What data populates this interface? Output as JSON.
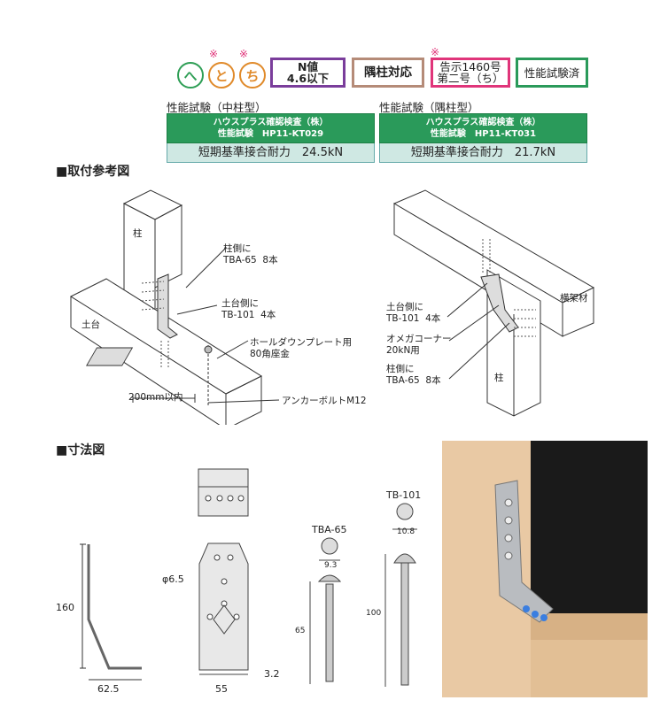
{
  "badges": {
    "circles": [
      "へ",
      "と",
      "ち"
    ],
    "asterisk": "※",
    "n_value": [
      "N値",
      "4.6以下"
    ],
    "corner": "隅柱対応",
    "notice": [
      "告示1460号",
      "第二号（ち）"
    ],
    "tested": "性能試験済"
  },
  "tests": [
    {
      "caption": "性能試験（中柱型）",
      "lab": "ハウスプラス確認検査（株）",
      "id": "性能試験　HP11-KT029",
      "value": "短期基準接合耐力　24.5kN"
    },
    {
      "caption": "性能試験（隅柱型）",
      "lab": "ハウスプラス確認検査（株）",
      "id": "性能試験　HP11-KT031",
      "value": "短期基準接合耐力　21.7kN"
    }
  ],
  "install": {
    "heading": "■取付参考図",
    "left": {
      "post": "柱",
      "sill": "土台",
      "post_side": "柱側に\nTBA-65  8本",
      "sill_side": "土台側に\nTB-101  4本",
      "holdown": "ホールダウンプレート用\n80角座金",
      "spacing": "200mm以内",
      "anchor": "アンカーボルトM12"
    },
    "right": {
      "beam": "横架材",
      "post": "柱",
      "sill_side": "土台側に\nTB-101  4本",
      "omega": "オメガコーナー\n20kN用",
      "post_side": "柱側に\nTBA-65  8本"
    }
  },
  "dims": {
    "heading": "■寸法図",
    "height": "160",
    "base": "62.5",
    "hole": "φ6.5",
    "width": "55",
    "thickness": "3.2",
    "tba_name": "TBA-65",
    "tba_head": "9.3",
    "tba_len": "65",
    "tb_name": "TB-101",
    "tb_head": "10.8",
    "tb_len": "100"
  },
  "colors": {
    "green": "#2a9a5a",
    "purple": "#7a3d9b",
    "tan": "#b58b78",
    "pink": "#e0357a",
    "teal_bg": "#cfe8e3"
  }
}
